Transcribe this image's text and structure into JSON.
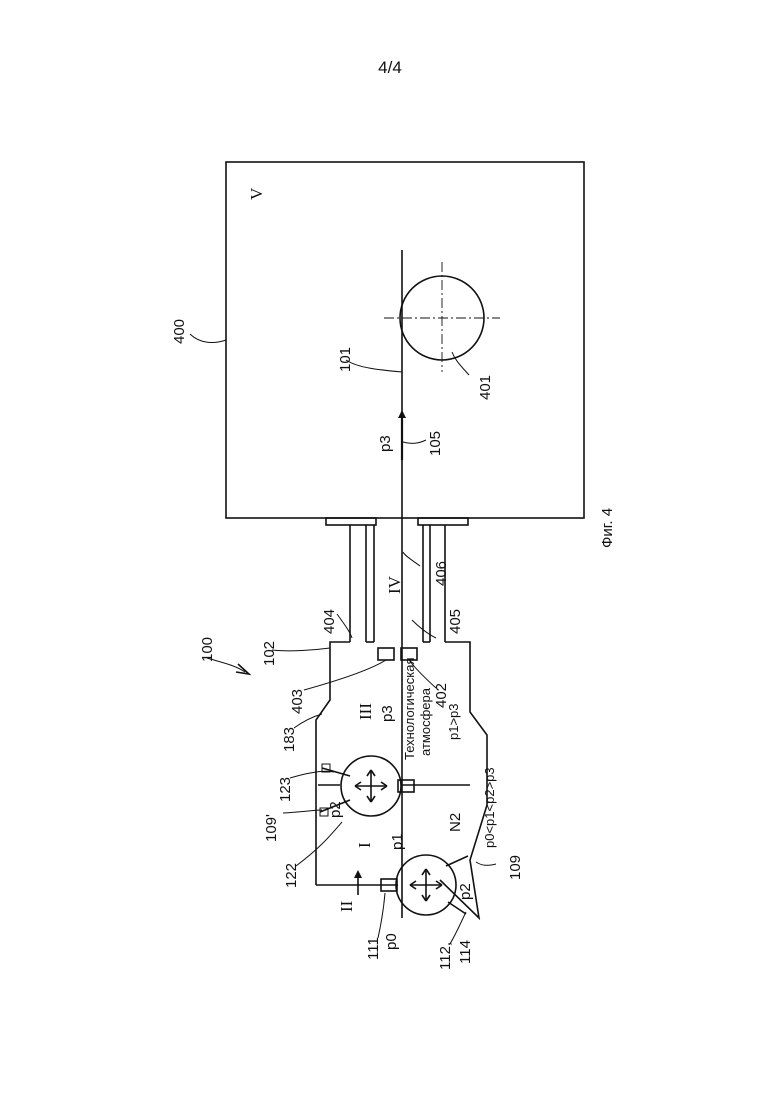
{
  "page": {
    "number": "4/4"
  },
  "figure": {
    "caption": "Фиг. 4"
  },
  "zones": {
    "I": "I",
    "II": "II",
    "III": "III",
    "IV": "IV",
    "V": "V",
    "N2": "N2"
  },
  "pressures": {
    "p0": "p0",
    "p1": "p1",
    "p2_lower": "p2",
    "p2_upper": "p2",
    "p3_chamber": "p3",
    "p3_vessel": "p3",
    "relation_main": "p0<p1<p2>p3",
    "relation_tech": "p1>p3"
  },
  "annotations": {
    "tech_line1": "Технологическая",
    "tech_line2": "атмосфера"
  },
  "references": {
    "r100": "100",
    "r101": "101",
    "r102": "102",
    "r105": "105",
    "r109": "109",
    "r109p": "109'",
    "r111": "111",
    "r112": "112,",
    "r114": "114",
    "r122": "122",
    "r123": "123",
    "r183": "183",
    "r400": "400",
    "r401": "401",
    "r402": "402",
    "r403": "403",
    "r404": "404",
    "r405": "405",
    "r406": "406"
  }
}
